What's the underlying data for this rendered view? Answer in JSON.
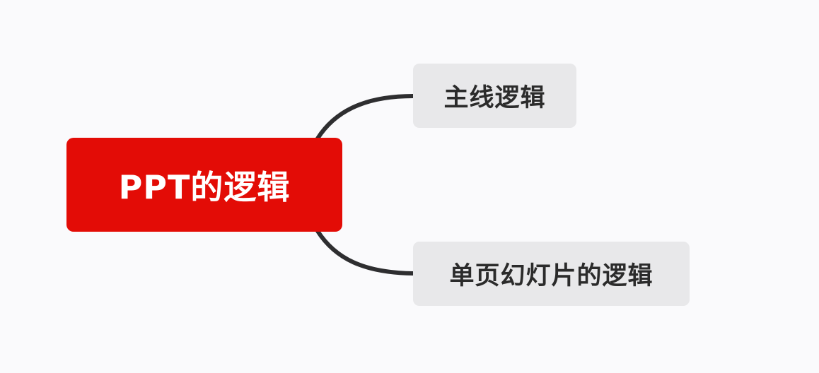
{
  "diagram": {
    "type": "mind-map",
    "background_color": "#fafafc",
    "root": {
      "label": "PPT的逻辑",
      "fill_color": "#e30c06",
      "text_color": "#ffffff"
    },
    "children": [
      {
        "label": "主线逻辑",
        "fill_color": "#e8e8ea",
        "text_color": "#2b2b2b"
      },
      {
        "label": "单页幻灯片的逻辑",
        "fill_color": "#e8e8ea",
        "text_color": "#2b2b2b"
      }
    ],
    "connector_color": "#2e2e30"
  }
}
